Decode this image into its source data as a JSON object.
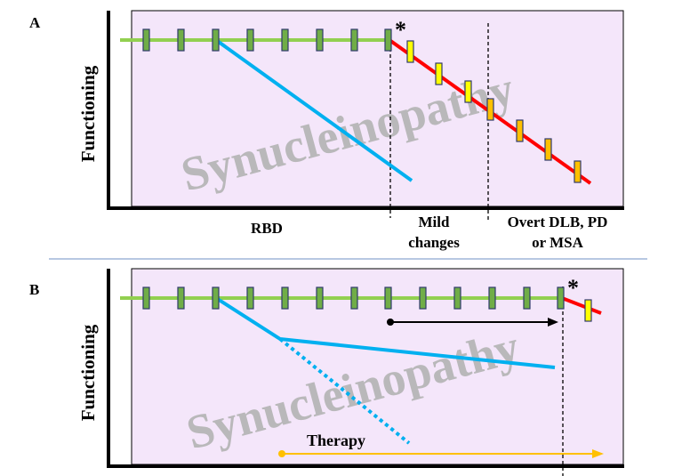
{
  "panels": [
    {
      "letter": "A",
      "y_label": "Functioning",
      "watermark": "Synucleinopathy",
      "phase_labels": [
        {
          "lines": [
            "RBD"
          ]
        },
        {
          "lines": [
            "Mild",
            "changes"
          ]
        },
        {
          "lines": [
            "Overt DLB, PD",
            "or MSA"
          ]
        }
      ],
      "asterisk": "*"
    },
    {
      "letter": "B",
      "y_label": "Functioning",
      "watermark": "Synucleinopathy",
      "therapy_label": "Therapy",
      "asterisk": "*"
    }
  ],
  "colors": {
    "panel_bg": "#f4e6fa",
    "baseline": "#92d050",
    "marker_green": "#70ad47",
    "marker_yellow": "#ffff00",
    "marker_orange": "#ffc000",
    "decline_red": "#ff0000",
    "decline_blue": "#00b0f0",
    "therapy": "#ffc000",
    "separator": "#9fb6d8"
  }
}
